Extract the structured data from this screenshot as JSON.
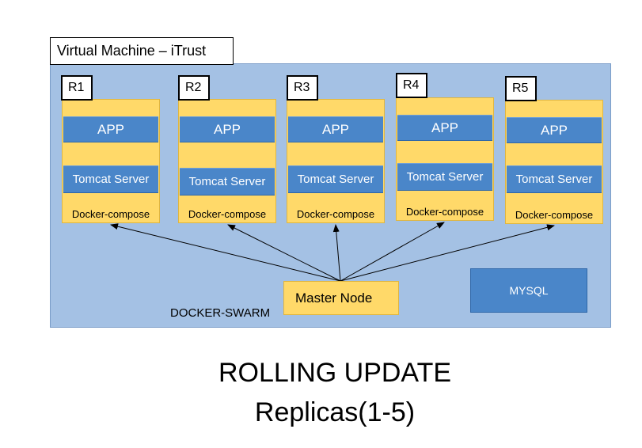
{
  "vm_title": "Virtual Machine –  iTrust",
  "replicas": [
    {
      "label": "R1",
      "app": "APP",
      "server": "Tomcat Server",
      "compose": "Docker-compose"
    },
    {
      "label": "R2",
      "app": "APP",
      "server": "Tomcat Server",
      "compose": "Docker-compose"
    },
    {
      "label": "R3",
      "app": "APP",
      "server": "Tomcat Server",
      "compose": "Docker-compose"
    },
    {
      "label": "R4",
      "app": "APP",
      "server": "Tomcat Server",
      "compose": "Docker-compose"
    },
    {
      "label": "R5",
      "app": "APP",
      "server": "Tomcat Server",
      "compose": "Docker-compose"
    }
  ],
  "master_node": "Master Node",
  "mysql": "MYSQL",
  "swarm_label": "DOCKER-SWARM",
  "caption": {
    "line1": "ROLLING UPDATE",
    "line2": "Replicas(1-5)"
  },
  "colors": {
    "vm_background": "#a4c1e4",
    "container": "#ffd969",
    "service_band": "#4a86c9"
  }
}
